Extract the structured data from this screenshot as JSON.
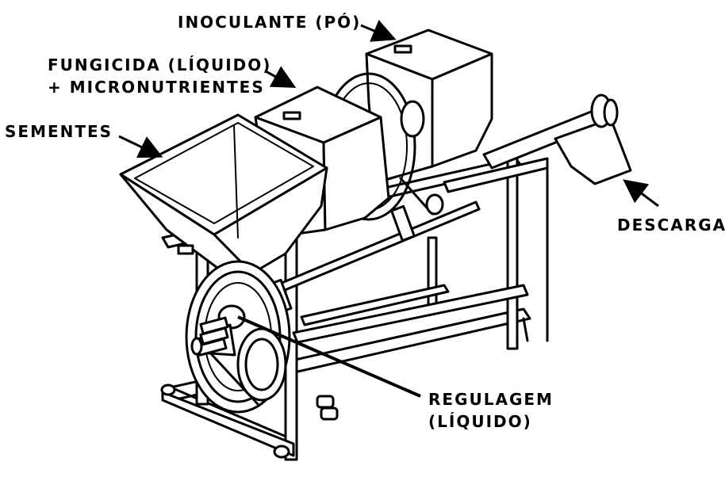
{
  "labels": {
    "inoculante": "INOCULANTE (PÓ)",
    "fungicida_line1": "FUNGICIDA (LÍQUIDO)",
    "fungicida_line2": "+ MICRONUTRIENTES",
    "sementes": "SEMENTES",
    "descarga": "DESCARGA",
    "regulagem_line1": "REGULAGEM",
    "regulagem_line2": "(LÍQUIDO)"
  },
  "colors": {
    "ink": "#000000",
    "paper": "#ffffff"
  }
}
